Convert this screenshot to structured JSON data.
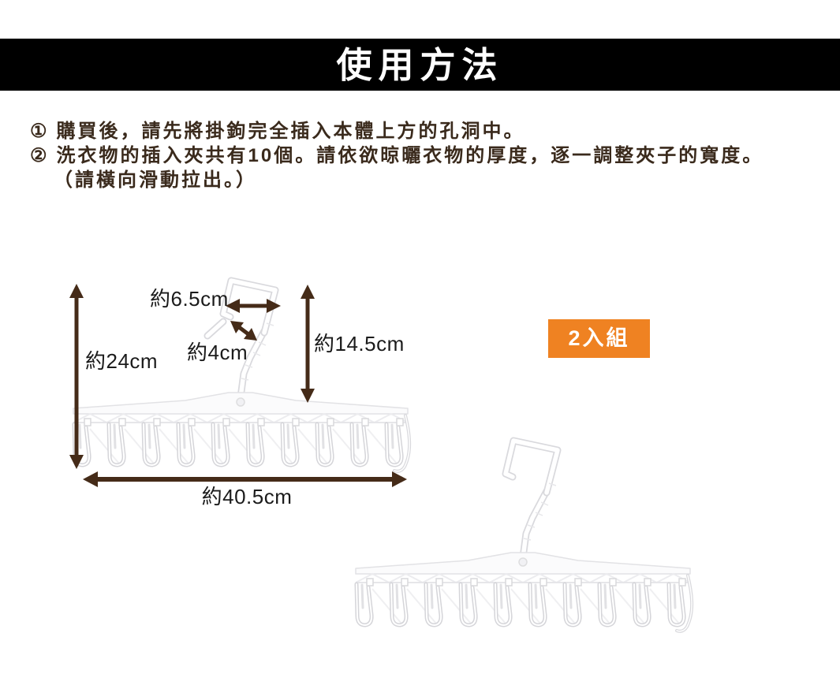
{
  "header": {
    "title": "使用方法"
  },
  "instructions": {
    "items": [
      {
        "number": "①",
        "text": "購買後，請先將掛鉤完全插入本體上方的孔洞中。"
      },
      {
        "number": "②",
        "text": "洗衣物的插入夾共有10個。請依欲晾曬衣物的厚度，逐一調整夾子的寬度。",
        "note": "（請橫向滑動拉出。）"
      }
    ]
  },
  "diagram": {
    "clip_count": 10,
    "measurements": {
      "hook_width": "約6.5cm",
      "hook_gap": "約4cm",
      "hook_height": "約14.5cm",
      "total_height": "約24cm",
      "body_width": "約40.5cm"
    }
  },
  "badge": {
    "label": "2入組"
  },
  "colors": {
    "arrow": "#452B18",
    "badge_bg": "#EF8222",
    "header_bg": "#000000",
    "instruction_text": "#3A2A1C"
  }
}
